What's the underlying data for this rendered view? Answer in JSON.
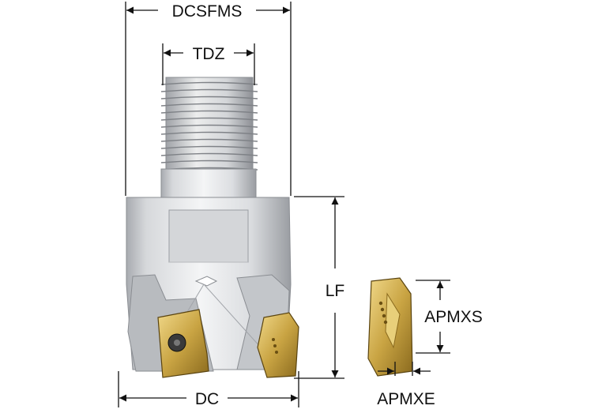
{
  "dimensions": {
    "dcsfms": "DCSFMS",
    "tdz": "TDZ",
    "lf": "LF",
    "dc": "DC",
    "apmxs": "APMXS",
    "apmxe": "APMXE"
  },
  "colors": {
    "line": "#111111",
    "steel_light": "#eeeff1",
    "steel_mid": "#c9cbcf",
    "steel_dark": "#8f9297",
    "insert_gold": "#c9a443",
    "insert_dark": "#6a4f12"
  }
}
